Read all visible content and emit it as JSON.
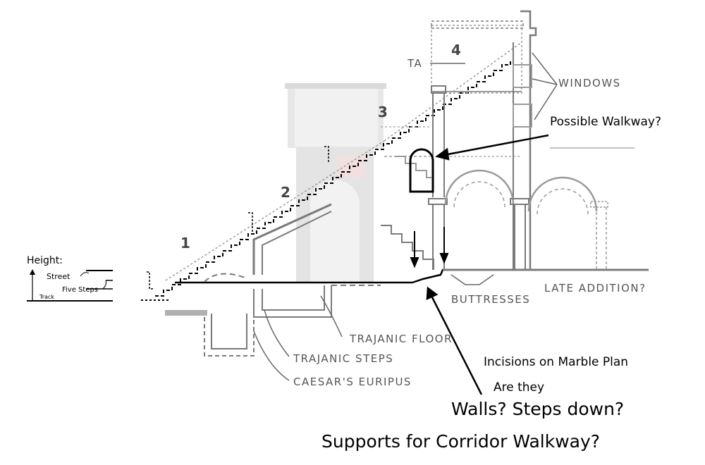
{
  "diagram": {
    "labels": {
      "ta": "TA",
      "windows": "WINDOWS",
      "buttresses": "BUTTRESSES",
      "late_addition": "LATE ADDITION?",
      "trajanic_floor": "TRAJANIC FLOOR",
      "trajanic_steps": "TRAJANIC STEPS",
      "caesars_euripus": "CAESAR'S EURIPUS"
    },
    "numbers": [
      "1",
      "2",
      "3",
      "4"
    ],
    "annotations": {
      "possible_walkway": "Possible Walkway?",
      "incisions": "Incisions on Marble Plan",
      "are_they": "Are they",
      "question_1": "Walls? Steps down?",
      "question_2": "Supports for Corridor Walkway?"
    },
    "height_legend": {
      "title": "Height:",
      "street": "Street",
      "five_steps": "Five Steps",
      "track": "Track"
    }
  }
}
